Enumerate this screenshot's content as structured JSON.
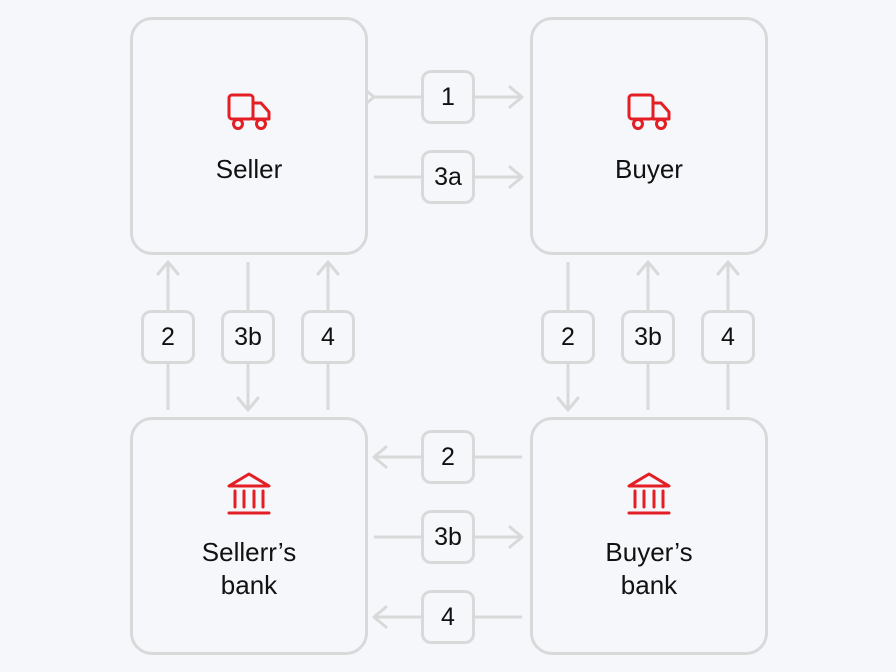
{
  "colors": {
    "accent": "#e31e24",
    "line": "#d9d9d9",
    "text": "#111111",
    "background": "#f5f7fa"
  },
  "nodes": {
    "seller": {
      "label": "Seller",
      "icon": "truck-icon"
    },
    "buyer": {
      "label": "Buyer",
      "icon": "truck-icon"
    },
    "seller_bank": {
      "label": "Sellerr’s\nbank",
      "icon": "bank-icon"
    },
    "buyer_bank": {
      "label": "Buyer’s\nbank",
      "icon": "bank-icon"
    }
  },
  "steps": {
    "seller_buyer": [
      "1",
      "3a"
    ],
    "seller_sellerbank": [
      "2",
      "3b",
      "4"
    ],
    "buyer_buyerbank": [
      "2",
      "3b",
      "4"
    ],
    "banks": [
      "2",
      "3b",
      "4"
    ]
  }
}
